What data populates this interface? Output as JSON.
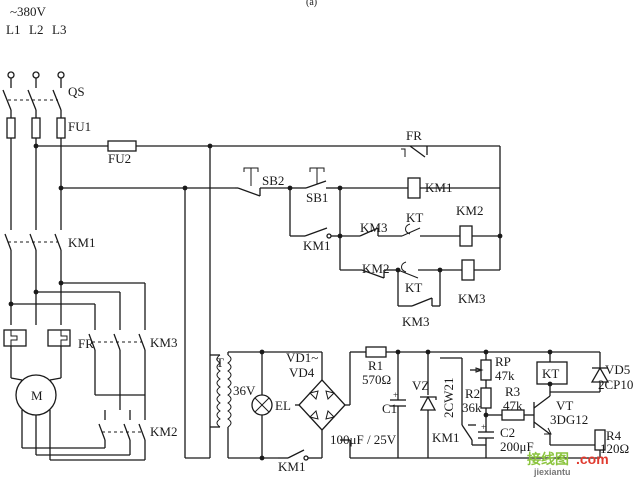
{
  "labels": {
    "supply": "~380V",
    "figure_mark": "(a)",
    "l1": "L1",
    "l2": "L2",
    "l3": "L3",
    "qs": "QS",
    "fu1": "FU1",
    "fu2": "FU2",
    "km1_main": "KM1",
    "fr_main": "FR",
    "km3_main": "KM3",
    "km2_main": "KM2",
    "motor": "M",
    "fr_ctrl": "FR",
    "km1_coil": "KM1",
    "sb2": "SB2",
    "sb1": "SB1",
    "km1_hold": "KM1",
    "km3_nc": "KM3",
    "kt_1": "KT",
    "km2_coil": "KM2",
    "km2_nc": "KM2",
    "kt_2": "KT",
    "km3_coil": "KM3",
    "km3_hold": "KM3",
    "transformer": "T",
    "v36": "36V",
    "el": "EL",
    "km1_el": "KM1",
    "vd_1": "VD1~",
    "vd_2": "VD4",
    "r1": "R1",
    "r1_val": "570Ω",
    "c1": "C1",
    "c1_val": "100μF / 25V",
    "vz": "VZ",
    "vz_type": "2CW21",
    "rp": "RP",
    "rp_val": "47k",
    "r2": "R2",
    "r2_val": "36k",
    "r3": "R3",
    "r3_val": "47k",
    "km1_timer": "KM1",
    "c2": "C2",
    "c2_val": "200μF",
    "kt_relay": "KT",
    "vd5": "VD5",
    "vd5_type": "2CP10",
    "vt": "VT",
    "vt_type": "3DG12",
    "r4": "R4",
    "r4_val": "120Ω"
  },
  "watermark": {
    "cn": "接线图",
    "domain": ".com",
    "url": "jiexiantu"
  }
}
